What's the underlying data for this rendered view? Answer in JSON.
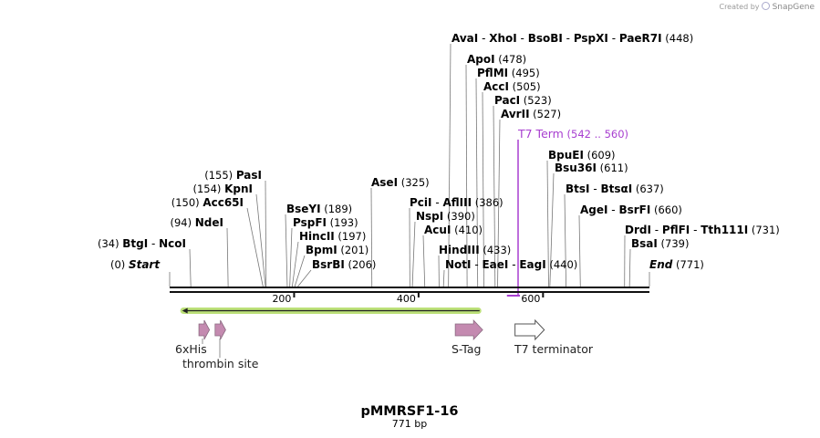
{
  "credit": {
    "prefix": "Created by",
    "brand": "SnapGene"
  },
  "map": {
    "title": "pMMRSF1-16",
    "length_label": "771 bp",
    "length": 771,
    "start_label": "Start",
    "start_pos": "(0)",
    "end_label": "End",
    "end_pos": "(771)",
    "ticks": [
      200,
      400,
      600
    ]
  },
  "site_groups": [
    {
      "names": [
        "AvaI",
        "XhoI",
        "BsoBI",
        "PspXI",
        "PaeR7I"
      ],
      "pos_label": "(448)",
      "pos": 448
    },
    {
      "names": [
        "ApoI"
      ],
      "pos_label": "(478)",
      "pos": 478
    },
    {
      "names": [
        "PflMI"
      ],
      "pos_label": "(495)",
      "pos": 495
    },
    {
      "names": [
        "AccI"
      ],
      "pos_label": "(505)",
      "pos": 505
    },
    {
      "names": [
        "PacI"
      ],
      "pos_label": "(523)",
      "pos": 523
    },
    {
      "names": [
        "AvrII"
      ],
      "pos_label": "(527)",
      "pos": 527
    },
    {
      "names": [
        "BpuEI"
      ],
      "pos_label": "(609)",
      "pos": 609
    },
    {
      "names": [
        "Bsu36I"
      ],
      "pos_label": "(611)",
      "pos": 611
    },
    {
      "names": [
        "BtsI",
        "BtsαI"
      ],
      "pos_label": "(637)",
      "pos": 637
    },
    {
      "names": [
        "AgeI",
        "BsrFI"
      ],
      "pos_label": "(660)",
      "pos": 660
    },
    {
      "names": [
        "DrdI",
        "PflFI",
        "Tth111I"
      ],
      "pos_label": "(731)",
      "pos": 731
    },
    {
      "names": [
        "BsaI"
      ],
      "pos_label": "(739)",
      "pos": 739
    },
    {
      "names": [
        "PasI"
      ],
      "pos_label": "(155)",
      "pos": 155
    },
    {
      "names": [
        "KpnI"
      ],
      "pos_label": "(154)",
      "pos": 154
    },
    {
      "names": [
        "Acc65I"
      ],
      "pos_label": "(150)",
      "pos": 150
    },
    {
      "names": [
        "NdeI"
      ],
      "pos_label": "(94)",
      "pos": 94
    },
    {
      "names": [
        "BtgI",
        "NcoI"
      ],
      "pos_label": "(34)",
      "pos": 34
    },
    {
      "names": [
        "BseYI"
      ],
      "pos_label": "(189)",
      "pos": 189
    },
    {
      "names": [
        "PspFI"
      ],
      "pos_label": "(193)",
      "pos": 193
    },
    {
      "names": [
        "HincII"
      ],
      "pos_label": "(197)",
      "pos": 197
    },
    {
      "names": [
        "BpmI"
      ],
      "pos_label": "(201)",
      "pos": 201
    },
    {
      "names": [
        "BsrBI"
      ],
      "pos_label": "(206)",
      "pos": 206
    },
    {
      "names": [
        "AseI"
      ],
      "pos_label": "(325)",
      "pos": 325
    },
    {
      "names": [
        "PciI",
        "AflIII"
      ],
      "pos_label": "(386)",
      "pos": 386
    },
    {
      "names": [
        "NspI"
      ],
      "pos_label": "(390)",
      "pos": 390
    },
    {
      "names": [
        "AcuI"
      ],
      "pos_label": "(410)",
      "pos": 410
    },
    {
      "names": [
        "HindIII"
      ],
      "pos_label": "(433)",
      "pos": 433
    },
    {
      "names": [
        "NotI",
        "EaeI",
        "EagI"
      ],
      "pos_label": "(440)",
      "pos": 440
    }
  ],
  "terminator": {
    "name": "T7 Term",
    "range_label": "(542 .. 560)",
    "start": 542,
    "end": 560,
    "color": "#a83fd0"
  },
  "orf": {
    "start": 20,
    "end": 498,
    "direction": "reverse",
    "color": "#a6d64c"
  },
  "features": [
    {
      "label": "6xHis",
      "start": 47,
      "end": 64,
      "kind": "filled",
      "color": "#c48ab0"
    },
    {
      "label": "thrombin site",
      "start": 73,
      "end": 90,
      "kind": "filled",
      "color": "#c48ab0"
    },
    {
      "label": "S-Tag",
      "start": 459,
      "end": 503,
      "kind": "filled",
      "color": "#c48ab0"
    },
    {
      "label": "T7 terminator",
      "start": 555,
      "end": 602,
      "kind": "outline",
      "color": "#ffffff"
    }
  ]
}
